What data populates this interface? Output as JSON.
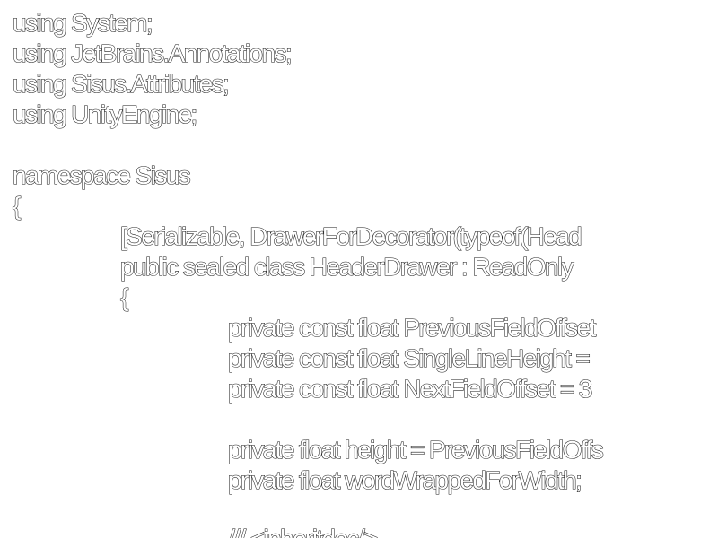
{
  "editor": {
    "lines": [
      "using System;",
      "using JetBrains.Annotations;",
      "using Sisus.Attributes;",
      "using UnityEngine;",
      "",
      "namespace Sisus",
      "{",
      "[Serializable, DrawerForDecorator(typeof(Head",
      "public sealed class HeaderDrawer : ReadOnly",
      "{",
      "private const float PreviousFieldOffset",
      "private const float SingleLineHeight =",
      "private const float NextFieldOffset = 3",
      "",
      "private float height = PreviousFieldOffs",
      "private float wordWrappedForWidth;",
      "",
      "/// <inheritdoc/>"
    ]
  }
}
